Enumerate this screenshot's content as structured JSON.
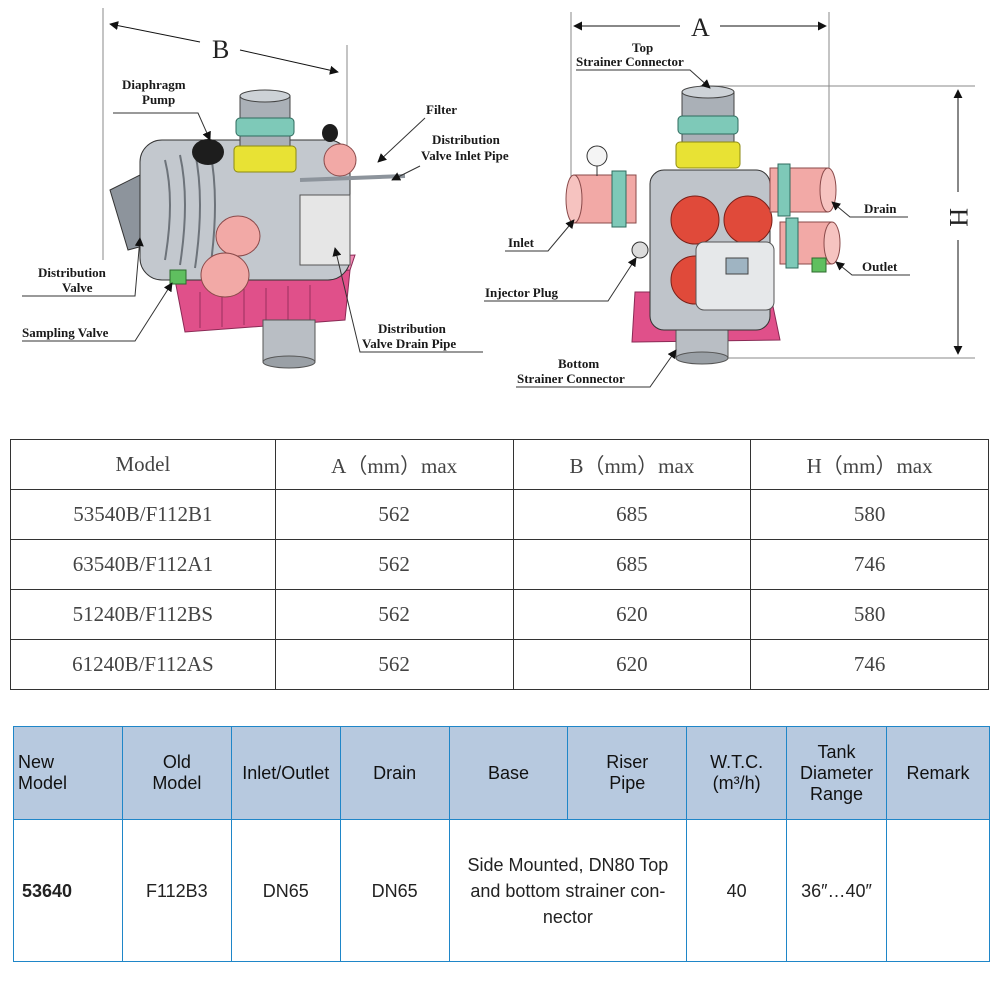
{
  "diagram": {
    "left_labels": {
      "diaphragm_pump": [
        "Diaphragm",
        "Pump"
      ],
      "filter": "Filter",
      "distribution_valve_inlet_pipe": [
        "Distribution",
        "Valve Inlet Pipe"
      ],
      "distribution_valve": [
        "Distribution",
        "Valve"
      ],
      "sampling_valve": "Sampling Valve",
      "distribution_valve_drain_pipe": [
        "Distribution",
        "Valve Drain Pipe"
      ]
    },
    "right_labels": {
      "top_strainer_connector": [
        "Top",
        "Strainer Connector"
      ],
      "drain": "Drain",
      "inlet": "Inlet",
      "outlet": "Outlet",
      "injector_plug": "Injector Plug",
      "bottom_strainer_connector": [
        "Bottom",
        "Strainer Connector"
      ]
    },
    "dimension_labels": {
      "a": "A",
      "b": "B",
      "h": "H"
    }
  },
  "dimensions_table": {
    "headers": [
      "Model",
      "A（mm）max",
      "B（mm）max",
      "H（mm）max"
    ],
    "rows": [
      [
        "53540B/F112B1",
        "562",
        "685",
        "580"
      ],
      [
        "63540B/F112A1",
        "562",
        "685",
        "746"
      ],
      [
        "51240B/F112BS",
        "562",
        "620",
        "580"
      ],
      [
        "61240B/F112AS",
        "562",
        "620",
        "746"
      ]
    ]
  },
  "spec_table": {
    "headers": {
      "new_model": [
        "New",
        "Model"
      ],
      "old_model": [
        "Old",
        "Model"
      ],
      "inlet_outlet": [
        "Inlet/Outlet"
      ],
      "drain": [
        "Drain"
      ],
      "base": [
        "Base"
      ],
      "riser_pipe": [
        "Riser",
        "Pipe"
      ],
      "wtc": [
        "W.T.C.",
        "(m³/h)"
      ],
      "tank_diameter_range": [
        "Tank",
        "Diameter",
        "Range"
      ],
      "remark": [
        "Remark"
      ]
    },
    "row": {
      "new_model": "53640",
      "old_model": "F112B3",
      "inlet_outlet": "DN65",
      "drain": "DN65",
      "base_riser": [
        "Side Mounted, DN80 Top",
        "and bottom strainer con-",
        "nector"
      ],
      "wtc": "40",
      "tank_diameter_range": "36″…40″",
      "remark": ""
    }
  },
  "colors": {
    "accent_blue": "#1f86c8",
    "header_fill": "#b7c9df",
    "base_pink": "#e0508a",
    "pipe_pink": "#f2a9a6",
    "ring_teal": "#7ec9b8",
    "collar_yellow": "#e8e234"
  }
}
